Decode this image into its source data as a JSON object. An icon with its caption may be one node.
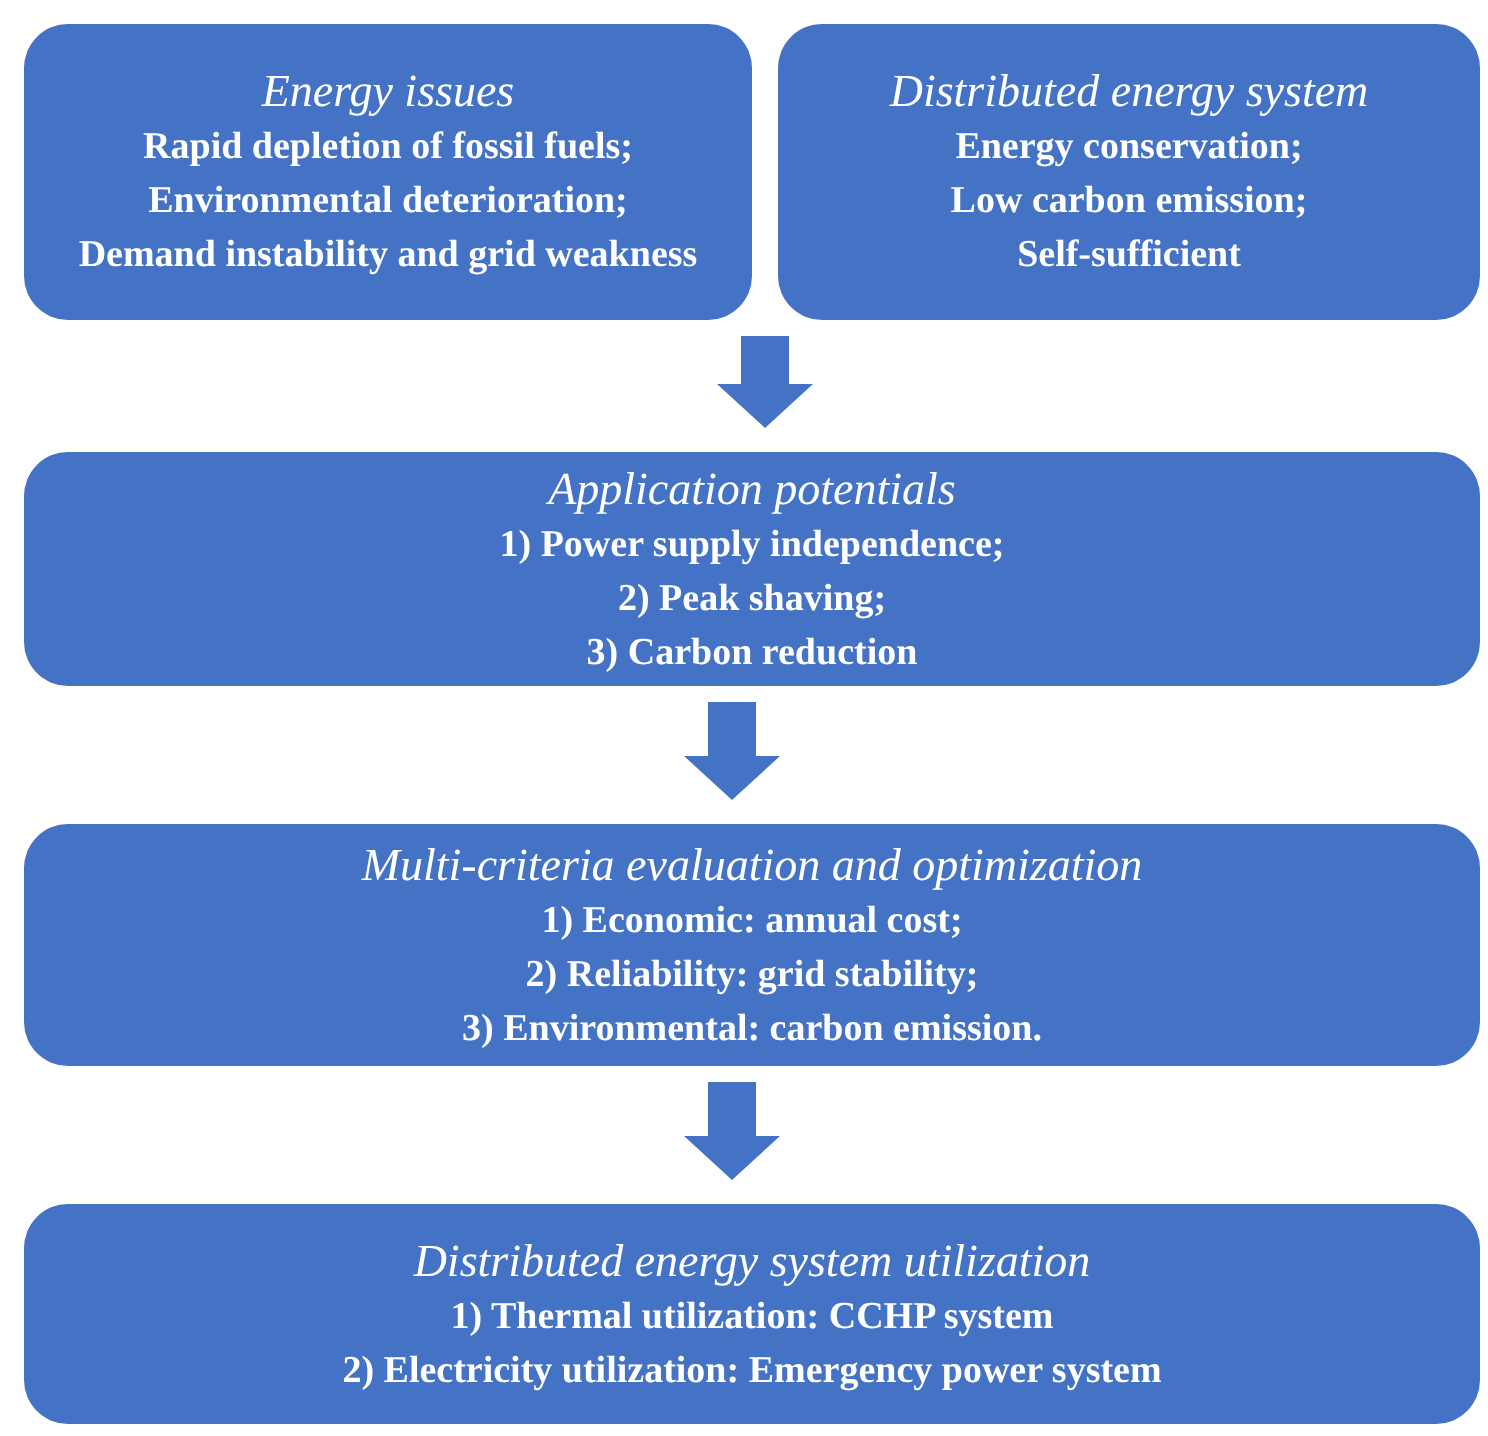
{
  "diagram": {
    "nodes": [
      {
        "text": [
          "Energy issues",
          "Rapid depletion of fossil fuels;",
          "Environmental deterioration;",
          "Demand instability and grid weakness"
        ]
      },
      {
        "text": [
          "Distributed energy system",
          "Energy conservation;",
          "Low carbon emission;",
          "Self-sufficient"
        ]
      },
      {
        "text": [
          "Application potentials",
          "1) Power supply independence;",
          "2) Peak shaving;",
          "3) Carbon reduction"
        ]
      },
      {
        "text": [
          "Multi-criteria evaluation and optimization",
          "1) Economic: annual cost;",
          "2) Reliability: grid stability;",
          "3) Environmental: carbon emission."
        ]
      },
      {
        "text": [
          "Distributed energy system utilization",
          "1) Thermal utilization: CCHP system",
          "2) Electricity utilization: Emergency power system"
        ]
      }
    ],
    "edges": [
      {
        "from": 0,
        "to": 2,
        "arrow": "to",
        "style": "thick"
      },
      {
        "from": 1,
        "to": 2,
        "arrow": "to",
        "style": "thick"
      },
      {
        "from": 2,
        "to": 3,
        "arrow": "to",
        "style": "thick"
      },
      {
        "from": 3,
        "to": 4,
        "arrow": "to",
        "style": "thick"
      }
    ]
  }
}
